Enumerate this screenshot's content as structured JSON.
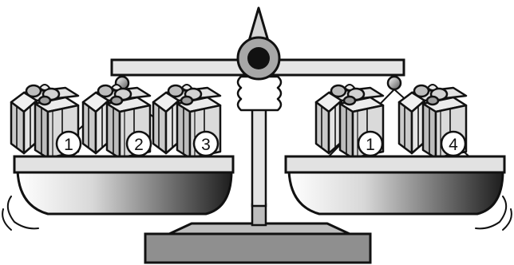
{
  "left_pan": {
    "boxes": [
      {
        "label": "1"
      },
      {
        "label": "2"
      },
      {
        "label": "3"
      }
    ]
  },
  "right_pan": {
    "boxes": [
      {
        "label": "1"
      },
      {
        "label": "4"
      }
    ]
  },
  "colors": {
    "outline": "#111111",
    "beam": "#e6e6e6",
    "box_face": "#dcdcdc",
    "box_shade": "#a9a9a9",
    "base": "#8f8f8f",
    "pan_dark": "#2a2a2a",
    "pan_light": "#ffffff"
  },
  "icons": [
    "balance-scale",
    "gift-box",
    "swing-motion-lines"
  ]
}
